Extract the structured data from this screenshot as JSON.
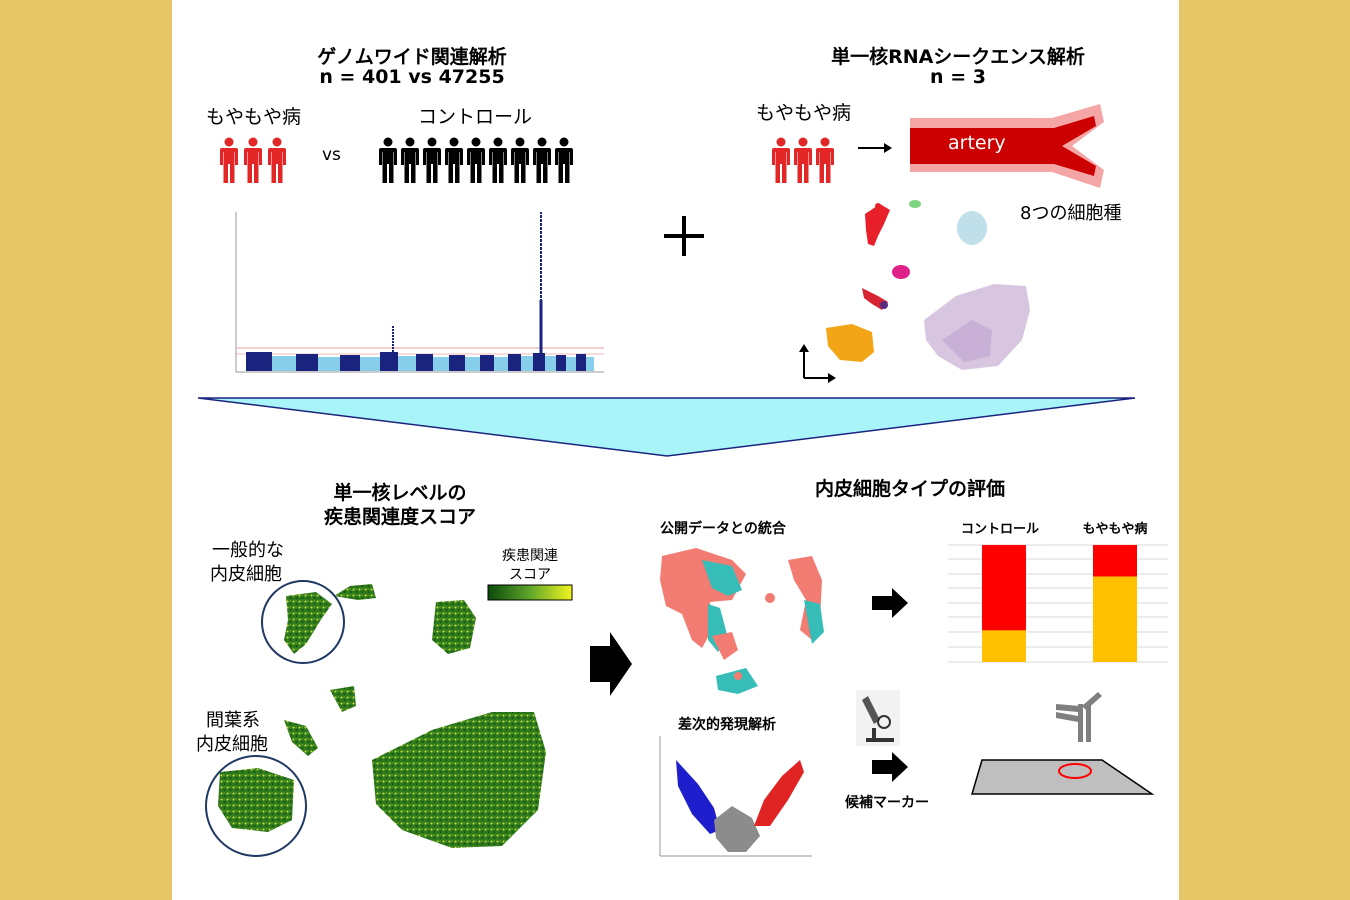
{
  "gwas": {
    "title_line1": "ゲノムワイド関連解析",
    "title_line2": "n = 401 vs 47255",
    "group_disease": "もやもや病",
    "vs": "vs",
    "group_control": "コントロール"
  },
  "snrna": {
    "title_line1": "単一核RNAシークエンス解析",
    "title_line2": "n = 3",
    "group_disease": "もやもや病",
    "vessel_label": "artery",
    "cell_types": "8つの細胞種"
  },
  "plus": "+",
  "score": {
    "title_line1": "単一核レベルの",
    "title_line2": "疾患関連度スコア",
    "label_general_1": "一般的な",
    "label_general_2": "内皮細胞",
    "label_mes_1": "間葉系",
    "label_mes_2": "内皮細胞",
    "legend_line1": "疾患関連",
    "legend_line2": "スコア"
  },
  "eval": {
    "title": "内皮細胞タイプの評価",
    "integration": "公開データとの統合",
    "deg": "差次的発現解析",
    "bar_label_control": "コントロール",
    "bar_label_disease": "もやもや病",
    "candidate": "候補マーカー"
  },
  "bar_data": {
    "categories": [
      "コントロール",
      "もやもや病"
    ],
    "colors": [
      "#FE0000",
      "#FFC000"
    ],
    "series": [
      {
        "values": [
          0.73,
          0.27
        ]
      },
      {
        "values": [
          0.27,
          0.73
        ]
      }
    ]
  },
  "colors": {
    "frame": "#E6C768",
    "disease_red": "#E32727",
    "funnel": "#A9F4F8",
    "artery_dark": "#CC0000",
    "artery_light": "#F4A6A6"
  }
}
